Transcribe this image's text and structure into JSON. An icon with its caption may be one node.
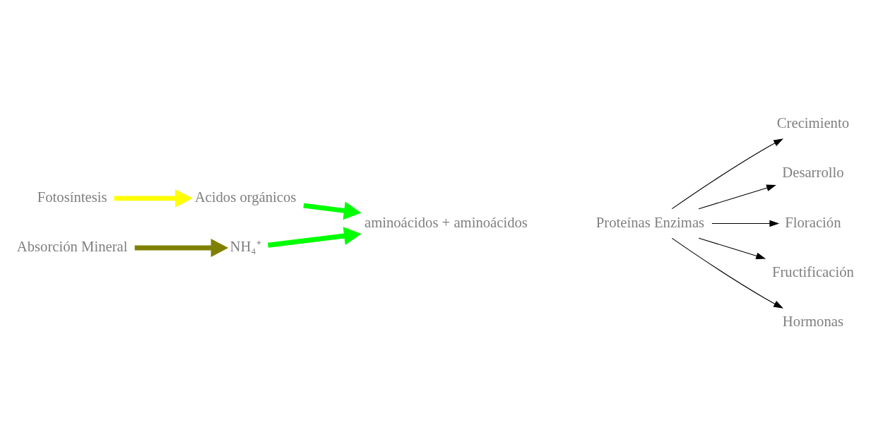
{
  "diagram": {
    "nodes": [
      {
        "text": [
          "Fotosíntesis"
        ]
      },
      {
        "text": [
          "Acidos orgánicos"
        ]
      },
      {
        "text": [
          "Absorción Mineral"
        ]
      },
      {
        "text": [
          "NH₄⁺"
        ]
      },
      {
        "text": [
          "aminoácidos + aminoácidos"
        ]
      },
      {
        "text": [
          "Proteínas Enzimas"
        ]
      },
      {
        "text": [
          "Crecimiento"
        ]
      },
      {
        "text": [
          "Desarrollo"
        ]
      },
      {
        "text": [
          "Floración"
        ]
      },
      {
        "text": [
          "Fructificación"
        ]
      },
      {
        "text": [
          "Hormonas"
        ]
      }
    ],
    "edges": [
      {
        "from": 0,
        "to": 1,
        "arrow": "to",
        "style": "thick",
        "color": "#ffff00"
      },
      {
        "from": 2,
        "to": 3,
        "arrow": "to",
        "style": "thick",
        "color": "#808000"
      },
      {
        "from": 1,
        "to": 4,
        "arrow": "to",
        "style": "thick",
        "color": "#00ff00"
      },
      {
        "from": 3,
        "to": 4,
        "arrow": "to",
        "style": "thick",
        "color": "#00ff00"
      },
      {
        "from": 5,
        "to": 6,
        "arrow": "to"
      },
      {
        "from": 5,
        "to": 7,
        "arrow": "to"
      },
      {
        "from": 5,
        "to": 8,
        "arrow": "to"
      },
      {
        "from": 5,
        "to": 9,
        "arrow": "to"
      },
      {
        "from": 5,
        "to": 10,
        "arrow": "to"
      }
    ]
  }
}
